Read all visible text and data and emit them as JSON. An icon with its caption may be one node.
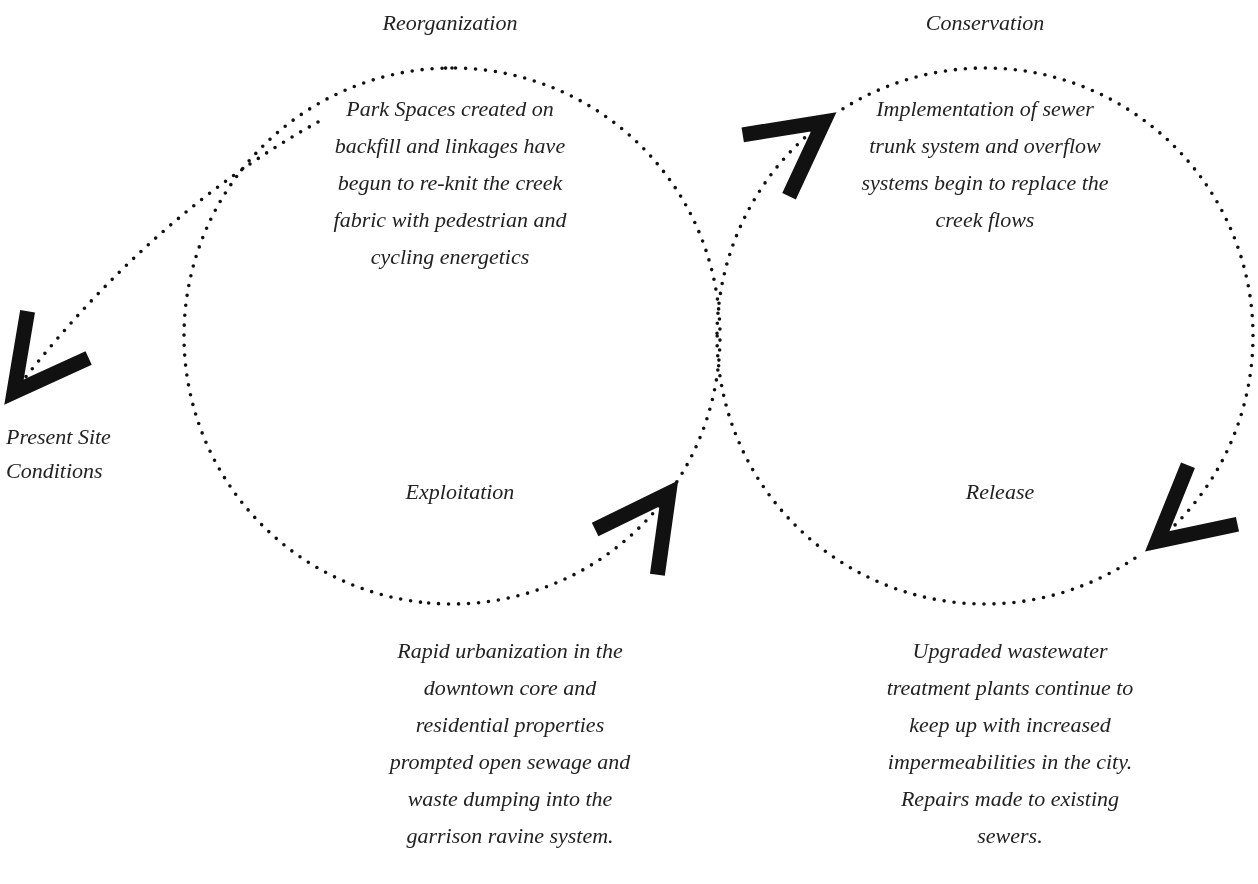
{
  "diagram": {
    "nodes": [
      {
        "text": [
          "Reorganization",
          "Park Spaces created on backfill and linkages have begun to re-knit the creek fabric with pedestrian and cycling energetics"
        ]
      },
      {
        "text": [
          "Conservation",
          "Implementation of sewer trunk system and overflow systems begin to replace the creek flows"
        ]
      },
      {
        "text": [
          "Present Site Conditions"
        ]
      },
      {
        "text": [
          "Exploitation",
          "Rapid urbanization in the downtown core and residential properties prompted open sewage and waste dumping into the garrison ravine system."
        ]
      },
      {
        "text": [
          "Release",
          "Upgraded wastewater treatment plants continue to keep up with increased impermeabilities in the city. Repairs made to existing sewers."
        ]
      }
    ],
    "edges": [
      {
        "from": 3,
        "to": 1,
        "arrow": "to"
      },
      {
        "from": 1,
        "to": 4,
        "arrow": "to"
      },
      {
        "from": 4,
        "to": 0,
        "arrow": "none"
      },
      {
        "from": 0,
        "to": 3,
        "arrow": "none"
      },
      {
        "from": 0,
        "to": 2,
        "arrow": "to"
      }
    ]
  }
}
